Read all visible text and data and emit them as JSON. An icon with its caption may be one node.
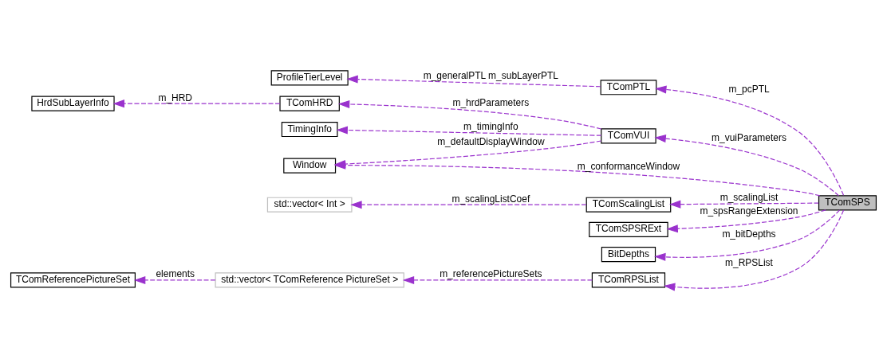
{
  "diagram": {
    "nodes": [
      {
        "text": [
          "TComSPS"
        ]
      },
      {
        "text": [
          "ProfileTierLevel"
        ]
      },
      {
        "text": [
          "TComPTL"
        ]
      },
      {
        "text": [
          "HrdSubLayerInfo"
        ]
      },
      {
        "text": [
          "TComHRD"
        ]
      },
      {
        "text": [
          "TimingInfo"
        ]
      },
      {
        "text": [
          "TComVUI"
        ]
      },
      {
        "text": [
          "Window"
        ]
      },
      {
        "text": [
          "std::vector< Int >"
        ]
      },
      {
        "text": [
          "TComScalingList"
        ]
      },
      {
        "text": [
          "TComSPSRExt"
        ]
      },
      {
        "text": [
          "BitDepths"
        ]
      },
      {
        "text": [
          "TComReferencePictureSet"
        ]
      },
      {
        "text": [
          "std::vector< TComReference PictureSet >"
        ]
      },
      {
        "text": [
          "TComRPSList"
        ]
      }
    ],
    "edges": [
      {
        "from": 0,
        "to": 2,
        "arrow": "to",
        "label": "m_pcPTL",
        "style": "dashed"
      },
      {
        "from": 2,
        "to": 1,
        "arrow": "to",
        "label": "m_generalPTL m_subLayerPTL",
        "style": "dashed"
      },
      {
        "from": 4,
        "to": 3,
        "arrow": "to",
        "label": "m_HRD",
        "style": "dashed"
      },
      {
        "from": 6,
        "to": 4,
        "arrow": "to",
        "label": "m_hrdParameters",
        "style": "dashed"
      },
      {
        "from": 6,
        "to": 5,
        "arrow": "to",
        "label": "m_timingInfo",
        "style": "dashed"
      },
      {
        "from": 6,
        "to": 7,
        "arrow": "to",
        "label": "m_defaultDisplayWindow",
        "style": "dashed"
      },
      {
        "from": 0,
        "to": 6,
        "arrow": "to",
        "label": "m_vuiParameters",
        "style": "dashed"
      },
      {
        "from": 0,
        "to": 7,
        "arrow": "to",
        "label": "m_conformanceWindow",
        "style": "dashed"
      },
      {
        "from": 9,
        "to": 8,
        "arrow": "to",
        "label": "m_scalingListCoef",
        "style": "dashed"
      },
      {
        "from": 0,
        "to": 9,
        "arrow": "to",
        "label": "m_scalingList",
        "style": "dashed"
      },
      {
        "from": 0,
        "to": 10,
        "arrow": "to",
        "label": "m_spsRangeExtension",
        "style": "dashed"
      },
      {
        "from": 0,
        "to": 11,
        "arrow": "to",
        "label": "m_bitDepths",
        "style": "dashed"
      },
      {
        "from": 13,
        "to": 12,
        "arrow": "to",
        "label": "elements",
        "style": "dashed"
      },
      {
        "from": 14,
        "to": 13,
        "arrow": "to",
        "label": "m_referencePictureSets",
        "style": "dashed"
      },
      {
        "from": 0,
        "to": 14,
        "arrow": "to",
        "label": "m_RPSList",
        "style": "dashed"
      }
    ]
  }
}
